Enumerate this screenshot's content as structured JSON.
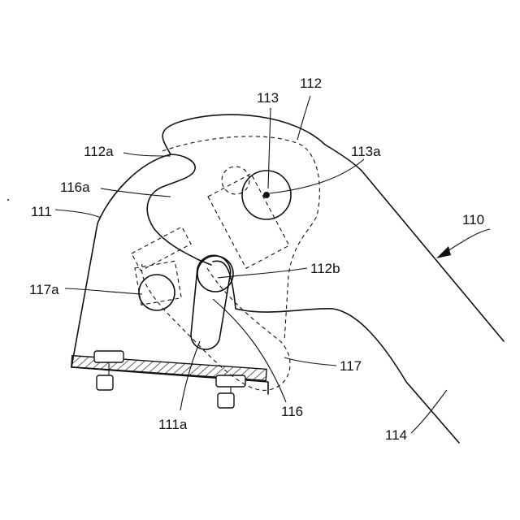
{
  "figure": {
    "labels": {
      "l110": "110",
      "l111": "111",
      "l111a": "111a",
      "l112": "112",
      "l112a": "112a",
      "l112b": "112b",
      "l113": "113",
      "l113a": "113a",
      "l114": "114",
      "l116": "116",
      "l116a": "116a",
      "l117": "117",
      "l117a": "117a"
    }
  }
}
